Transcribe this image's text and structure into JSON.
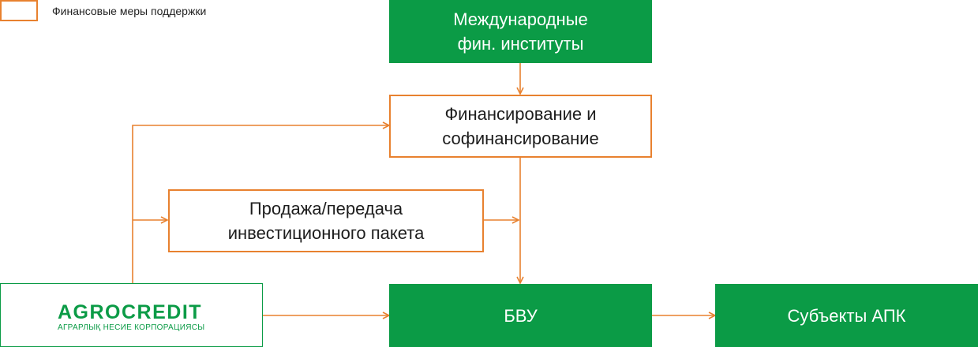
{
  "legend": {
    "label": "Финансовые меры поддержки"
  },
  "nodes": {
    "intl": "Международные\nфин. институты",
    "financing": "Финансирование и\nсофинансирование",
    "sale": "Продажа/передача\nинвестиционного пакета",
    "bvu": "БВУ",
    "apk": "Субъекты АПК"
  },
  "logo": {
    "brand": "AGROCREDIT",
    "subtitle": "АГРАРЛЫҚ НЕСИЕ КОРПОРАЦИЯСЫ"
  },
  "colors": {
    "green": "#0b9b46",
    "orange": "#e8812f"
  }
}
